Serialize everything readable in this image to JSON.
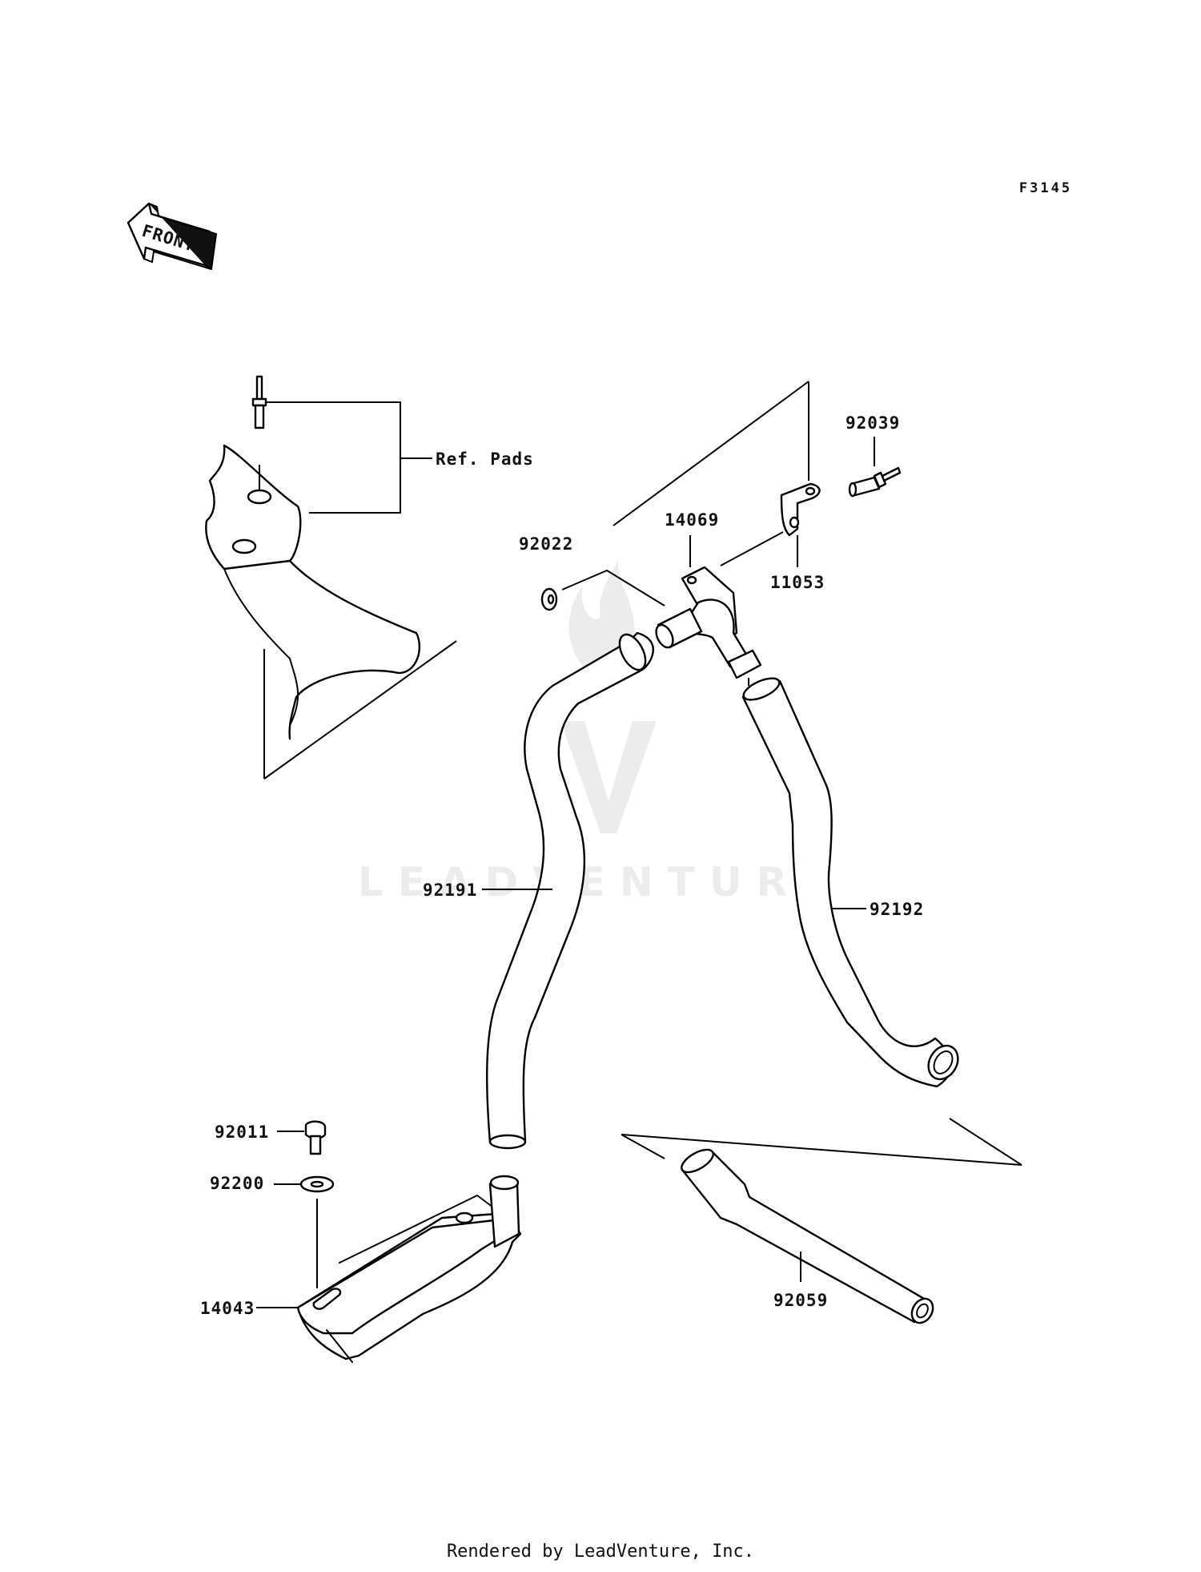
{
  "diagram_code": "F3145",
  "front_label": "FRONT",
  "watermark": "LEADVENTURE",
  "callouts": {
    "ref_pads": "Ref. Pads",
    "p92039": "92039",
    "p14069": "14069",
    "p92022": "92022",
    "p11053": "11053",
    "p92191": "92191",
    "p92192": "92192",
    "p92011": "92011",
    "p92200": "92200",
    "p14043": "14043",
    "p92059": "92059"
  },
  "footer": "Rendered by LeadVenture, Inc."
}
